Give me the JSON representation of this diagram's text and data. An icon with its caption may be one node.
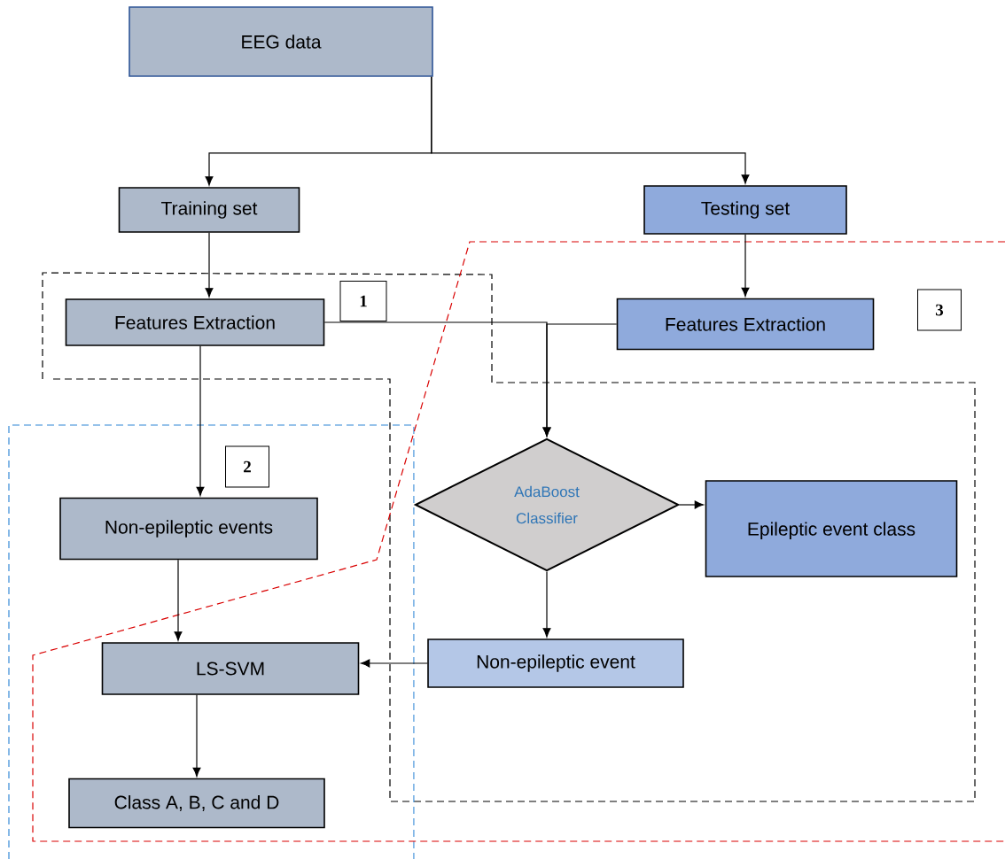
{
  "diagram": {
    "nodes": [
      {
        "text": [
          "EEG data"
        ]
      },
      {
        "text": [
          "Training set"
        ]
      },
      {
        "text": [
          "Testing set"
        ]
      },
      {
        "text": [
          "Features Extraction"
        ]
      },
      {
        "text": [
          "1"
        ]
      },
      {
        "text": [
          "Features Extraction"
        ]
      },
      {
        "text": [
          "3"
        ]
      },
      {
        "text": [
          "2"
        ]
      },
      {
        "text": [
          "AdaBoost Classifier"
        ]
      },
      {
        "text": [
          "Epileptic event class"
        ]
      },
      {
        "text": [
          "Non-epileptic events"
        ]
      },
      {
        "text": [
          "Non-epileptic event"
        ]
      },
      {
        "text": [
          "LS-SVM"
        ]
      },
      {
        "text": [
          "Class A, B, C and D"
        ]
      }
    ],
    "edges": [
      {
        "from": 0,
        "to": 1,
        "arrow": "to"
      },
      {
        "from": 0,
        "to": 2,
        "arrow": "to"
      },
      {
        "from": 1,
        "to": 3,
        "arrow": "to"
      },
      {
        "from": 2,
        "to": 5,
        "arrow": "to"
      },
      {
        "from": 3,
        "to": 8,
        "arrow": "to"
      },
      {
        "from": 5,
        "to": 8,
        "arrow": "to"
      },
      {
        "from": 3,
        "to": 10,
        "arrow": "to"
      },
      {
        "from": 8,
        "to": 9,
        "arrow": "to"
      },
      {
        "from": 8,
        "to": 11,
        "arrow": "to"
      },
      {
        "from": 10,
        "to": 12,
        "arrow": "to"
      },
      {
        "from": 11,
        "to": 12,
        "arrow": "to"
      },
      {
        "from": 12,
        "to": 13,
        "arrow": "to"
      }
    ]
  }
}
